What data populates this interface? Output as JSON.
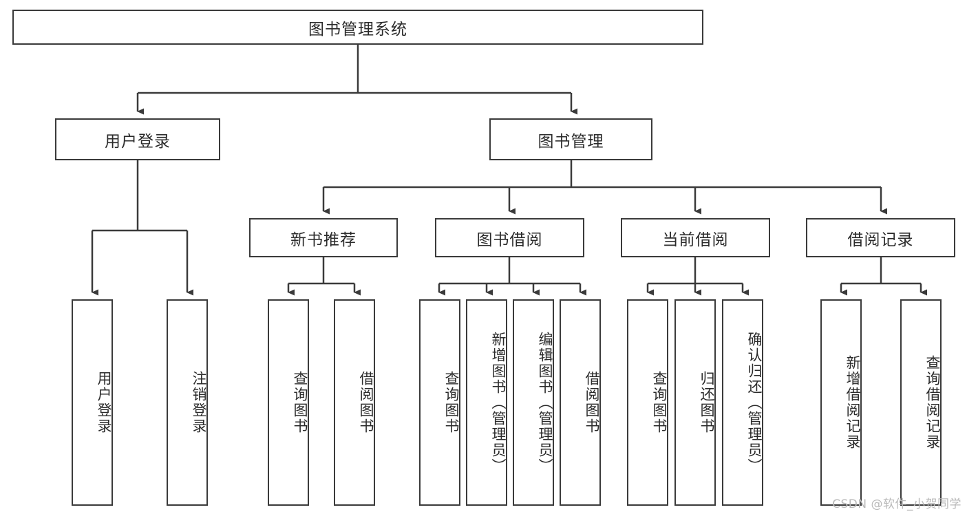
{
  "diagram": {
    "title": "图书管理系统",
    "watermark": "CSDN @软件_小贺同学",
    "line_color": "#3a3a3a",
    "text_color": "#2b2b2b",
    "background": "#ffffff",
    "root": {
      "label": "图书管理系统"
    },
    "level1": [
      {
        "label": "用户登录"
      },
      {
        "label": "图书管理"
      }
    ],
    "level2": [
      {
        "label": "新书推荐"
      },
      {
        "label": "图书借阅"
      },
      {
        "label": "当前借阅"
      },
      {
        "label": "借阅记录"
      }
    ],
    "leaves": {
      "user_login": [
        {
          "label": "用户登录"
        },
        {
          "label": "注销登录"
        }
      ],
      "new_book": [
        {
          "label": "查询图书"
        },
        {
          "label": "借阅图书"
        }
      ],
      "book_borrow": [
        {
          "label": "查询图书"
        },
        {
          "label": "新增图书（管理员）"
        },
        {
          "label": "编辑图书（管理员）"
        },
        {
          "label": "借阅图书"
        }
      ],
      "current_borrow": [
        {
          "label": "查询图书"
        },
        {
          "label": "归还图书"
        },
        {
          "label": "确认归还（管理员）"
        }
      ],
      "borrow_record": [
        {
          "label": "新增借阅记录"
        },
        {
          "label": "查询借阅记录"
        }
      ]
    }
  }
}
